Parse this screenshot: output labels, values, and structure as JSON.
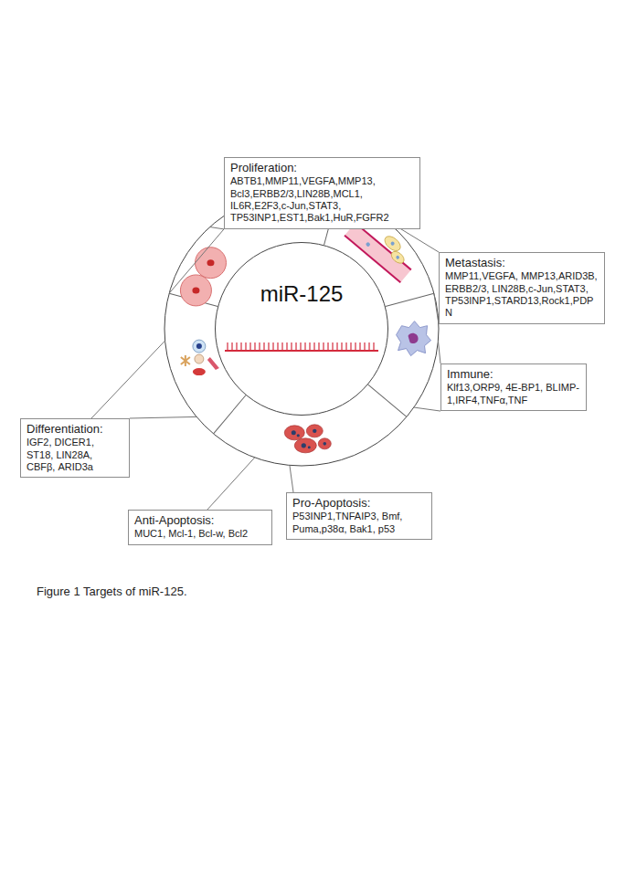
{
  "diagram": {
    "caption": "Figure 1 Targets of miR-125.",
    "nodes": [
      {
        "text": [
          "Proliferation:",
          "ABTB1,MMP11,VEGFA,MMP13, Bcl3,ERBB2/3,LIN28B,MCL1, IL6R,E2F3,c-Jun,STAT3, TP53INP1,EST1,Bak1,HuR,FGFR2"
        ]
      },
      {
        "text": [
          "Metastasis:",
          "MMP11,VEGFA, MMP13,ARID3B, ERBB2/3, LIN28B,c-Jun,STAT3, TP53INP1,STARD13,Rock1,PDPN"
        ]
      },
      {
        "text": [
          "miR-125"
        ]
      },
      {
        "text": [
          "Immune:",
          "Klf13,ORP9, 4E-BP1, BLIMP-1,IRF4,TNFα,TNF"
        ]
      },
      {
        "text": [
          "Differentiation:",
          "IGF2, DICER1, ST18, LIN28A, CBFβ, ARID3a"
        ]
      },
      {
        "text": [
          "Anti-Apoptosis:",
          "MUC1, Mcl-1, Bcl-w, Bcl2"
        ]
      },
      {
        "text": [
          "Pro-Apoptosis:",
          "P53INP1,TNFAIP3, Bmf, Puma,p38α, Bak1, p53"
        ]
      }
    ]
  }
}
